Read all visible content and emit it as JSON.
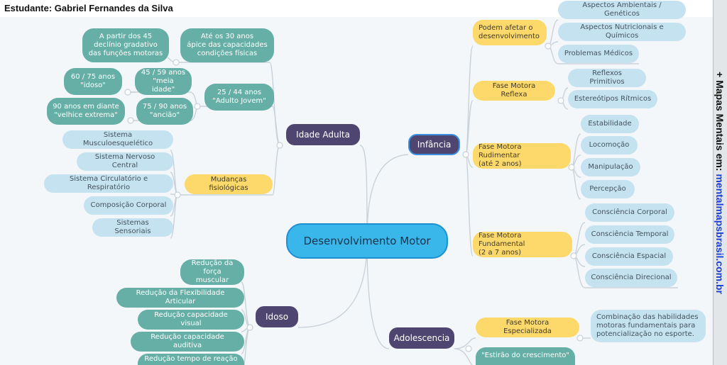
{
  "header": {
    "student": "Estudante: Gabriel Fernandes da Silva"
  },
  "sidebar": {
    "prefix": "+ Mapas Mentais em: ",
    "url": "mentalmapsbrasil.com.br"
  },
  "center": "Desenvolvimento Motor",
  "branches": {
    "idade_adulta": {
      "label": "Idade Adulta",
      "ate30": "Até os 30 anos\nápice das capacidades\ncondições físicas",
      "apartir45": "A partir dos 45\ndeclínio gradativo\ndas funções motoras",
      "adulto_jovem": "25 / 44 anos\n\"Adulto Jovem\"",
      "meia_idade": "45 / 59 anos\n\"meia idade\"",
      "idoso_60": "60 / 75 anos\n\"idoso\"",
      "anciao": "75 / 90 anos\n\"ancião\"",
      "velhice": "90 anos em diante\n\"velhice extrema\"",
      "mudancas": "Mudanças fisiológicas",
      "sistemas": [
        "Sistema Musculoesquelético",
        "Sistema Nervoso Central",
        "Sistema Circulatório e Respiratório",
        "Composição Corporal",
        "Sistemas Sensoriais"
      ]
    },
    "idoso": {
      "label": "Idoso",
      "items": [
        "Redução da\nforça muscular",
        "Redução da Flexibilidade Articular",
        "Redução capacidade visual",
        "Redução capacidade auditiva",
        "Redução tempo de reação"
      ]
    },
    "infancia": {
      "label": "Infância",
      "podem": "Podem afetar o\ndesenvolvimento",
      "podem_items": [
        "Aspectos Ambientais / Genéticos",
        "Aspectos Nutricionais e Químicos",
        "Problemas Médicos"
      ],
      "reflexa": "Fase Motora Reflexa",
      "reflexa_items": [
        "Reflexos Primitivos",
        "Estereótipos Rítmicos"
      ],
      "rudimentar": "Fase Motora Rudimentar\n(até 2 anos)",
      "rudimentar_items": [
        "Estabilidade",
        "Locomoção",
        "Manipulação",
        "Percepção"
      ],
      "fundamental": "Fase Motora Fundamental\n(2 a 7 anos)",
      "fundamental_items": [
        "Consciência Corporal",
        "Consciência Temporal",
        "Consciência Espacial",
        "Consciência Direcional"
      ]
    },
    "adolescencia": {
      "label": "Adolescencia",
      "especializada": "Fase Motora Especializada",
      "combinacao": "Combinação das habilidades\nmotoras fundamentais para\npotencialização no esporte.",
      "estirao": "\"Estirão do crescimento\""
    }
  },
  "colors": {
    "center": "#3ab7ea",
    "main": "#4e4670",
    "yellow": "#fdd96b",
    "light_blue": "#c5e2f1",
    "teal": "#66afa6",
    "link": "#c9d2d9",
    "url": "#1a3fd8"
  }
}
